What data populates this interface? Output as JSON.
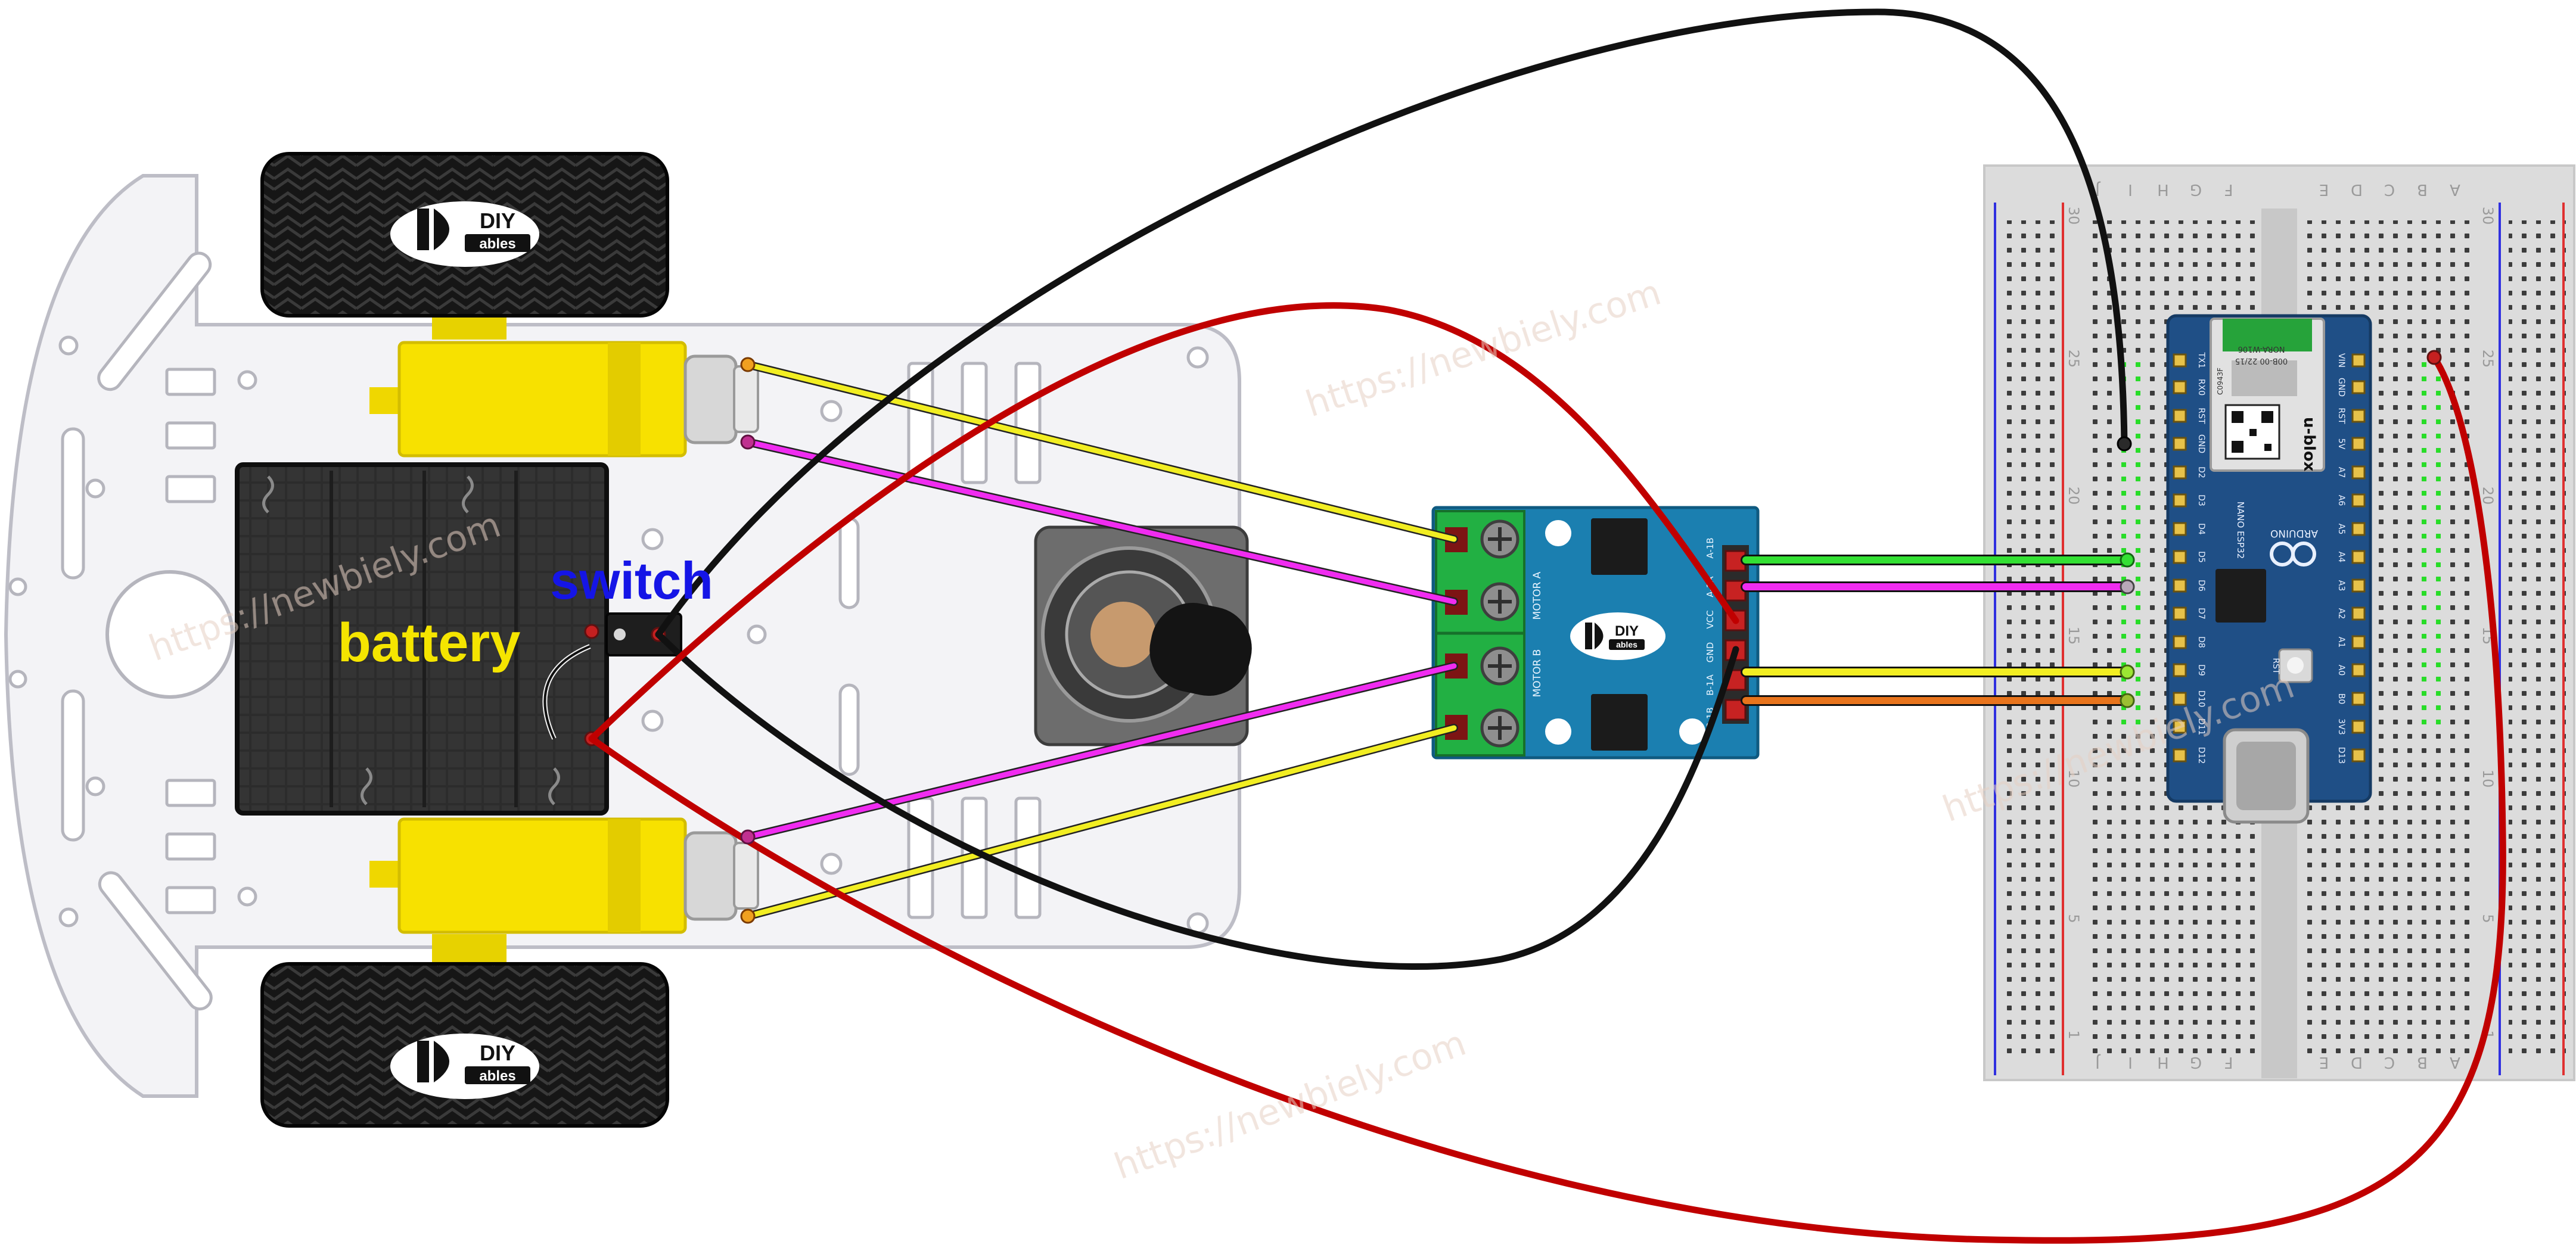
{
  "labels": {
    "battery": "battery",
    "switch": "switch"
  },
  "watermark": "https://newbiely.com",
  "brand": {
    "logo_top": "DIY",
    "logo_bottom": "ables"
  },
  "driver": {
    "motor_a": "MOTOR A",
    "motor_b": "MOTOR B",
    "pins": [
      "A-1B",
      "A-1A",
      "VCC",
      "GND",
      "B-1A",
      "B-1B"
    ]
  },
  "arduino": {
    "brand": "ARDUINO",
    "model": "NANO ESP32",
    "module_brand": "u-blox",
    "module_id": "NORA-W106",
    "module_code": "00B-00 22/15",
    "module_serial": "C0943F",
    "button": "RST",
    "left_pins": [
      "TX1",
      "RX0",
      "RST",
      "GND",
      "D2",
      "D3",
      "D4",
      "D5",
      "D6",
      "D7",
      "D8",
      "D9",
      "D10",
      "D11",
      "D12"
    ],
    "right_pins": [
      "VIN",
      "GND",
      "RST",
      "5V",
      "A7",
      "A6",
      "A5",
      "A4",
      "A3",
      "A2",
      "A1",
      "A0",
      "B0",
      "3V3",
      "D13"
    ]
  },
  "breadboard": {
    "cols_left": [
      "J",
      "I",
      "H",
      "G",
      "F"
    ],
    "cols_right": [
      "E",
      "D",
      "C",
      "B",
      "A"
    ],
    "row_numbers": [
      "30",
      "25",
      "20",
      "15",
      "10",
      "5",
      "1"
    ]
  },
  "colors": {
    "wire_black": "#111111",
    "wire_red": "#d00000",
    "wire_yellow": "#f2ee22",
    "wire_magenta": "#f02cf0",
    "wire_green": "#33e033",
    "wire_orange": "#e8741c",
    "label_yellow": "#f5e500",
    "label_blue": "#1515e6",
    "driver_blue": "#1b7fb0",
    "terminal_green": "#22b043",
    "pcb_blue": "#1f4f86",
    "motor_yellow": "#f7e100"
  }
}
